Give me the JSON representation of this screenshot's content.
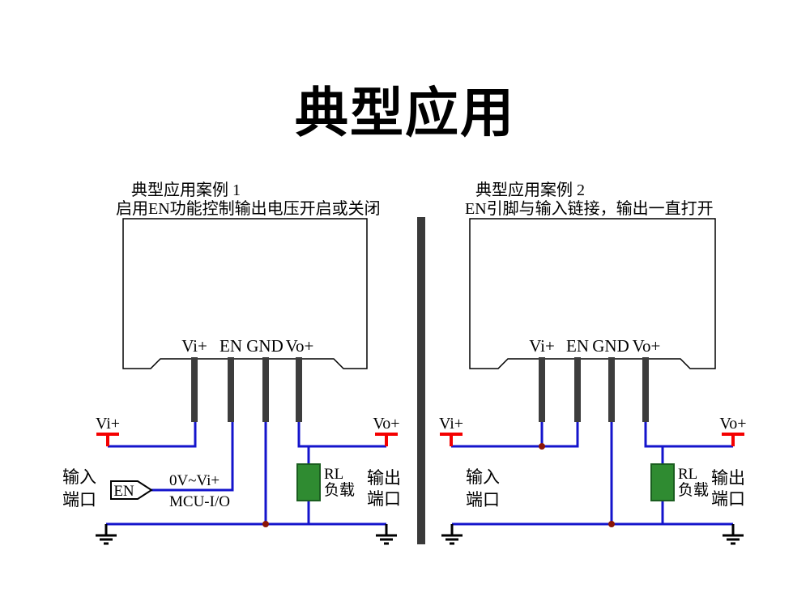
{
  "page": {
    "title": "典型应用",
    "background": "#ffffff"
  },
  "colors": {
    "background": "#ffffff",
    "ink": "#000000",
    "wire": "#1414cc",
    "terminal": "#f40000",
    "junction": "#8b1507",
    "pin": "#3d3d3d",
    "divider": "#3a3a3a",
    "load_fill": "#2f8b31",
    "load_border": "#1b5e20"
  },
  "diagrams": [
    {
      "caption_line1": "典型应用案例 1",
      "caption_line2": "启用EN功能控制输出电压开启或关闭",
      "pins": [
        "Vi+",
        "EN",
        "GND",
        "Vo+"
      ],
      "input_terminal": "Vi+",
      "output_terminal": "Vo+",
      "input_port": [
        "输入",
        "端口"
      ],
      "output_port": [
        "输出",
        "端口"
      ],
      "load_label": [
        "RL",
        "负载"
      ],
      "en_connector": "EN",
      "en_signal": [
        "0V~Vi+",
        "MCU-I/O"
      ]
    },
    {
      "caption_line1": "典型应用案例 2",
      "caption_line2": "EN引脚与输入链接，输出一直打开",
      "pins": [
        "Vi+",
        "EN",
        "GND",
        "Vo+"
      ],
      "input_terminal": "Vi+",
      "output_terminal": "Vo+",
      "input_port": [
        "输入",
        "端口"
      ],
      "output_port": [
        "输出",
        "端口"
      ],
      "load_label": [
        "RL",
        "负载"
      ]
    }
  ]
}
